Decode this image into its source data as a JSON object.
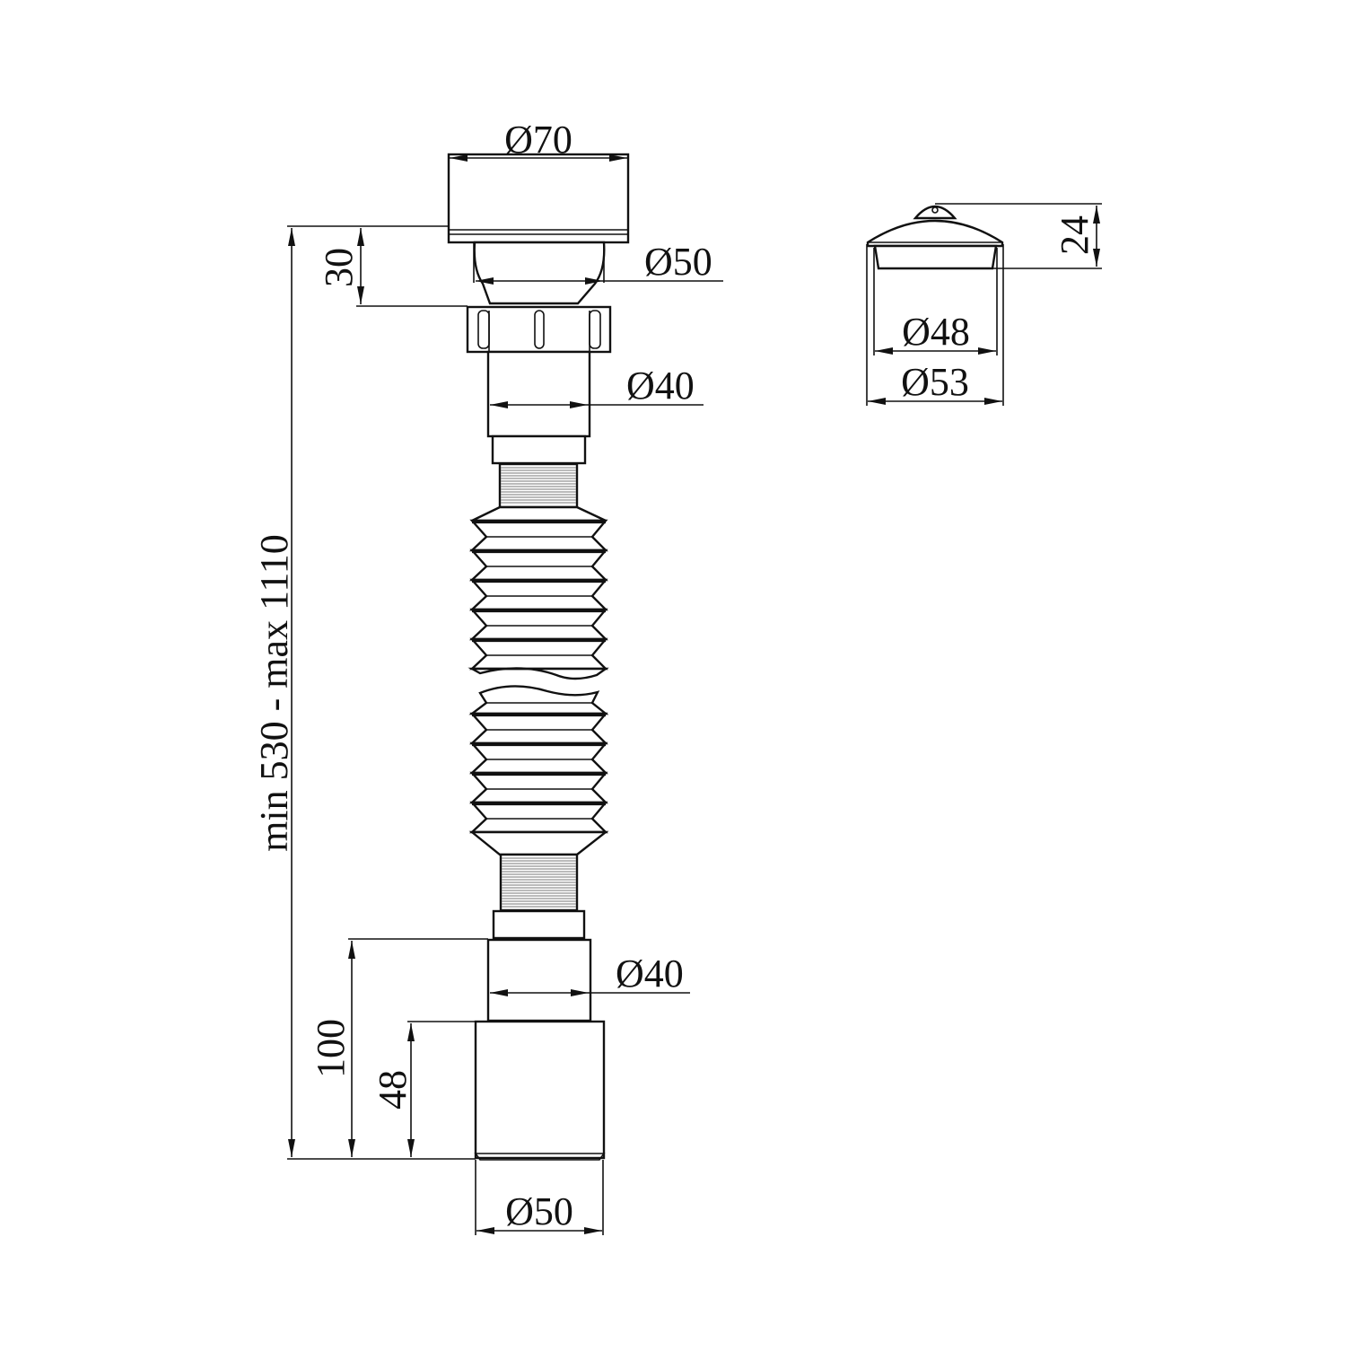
{
  "drawing": {
    "title": "Flexible drain pipe with strainer and plug - dimensional drawing",
    "line_color": "#111111",
    "background": "#ffffff"
  },
  "main_view": {
    "dimensions": {
      "top_flange_diameter": "Ø70",
      "strainer_diameter": "Ø50",
      "upper_tube_diameter": "Ø40",
      "lower_tube_diameter": "Ø40",
      "bottom_socket_diameter": "Ø50",
      "strainer_height": "30",
      "total_length": "min 530 - max 1110",
      "outlet_length": "100",
      "socket_depth": "48"
    }
  },
  "plug_view": {
    "dimensions": {
      "height": "24",
      "inner_diameter": "Ø48",
      "outer_diameter": "Ø53"
    }
  }
}
